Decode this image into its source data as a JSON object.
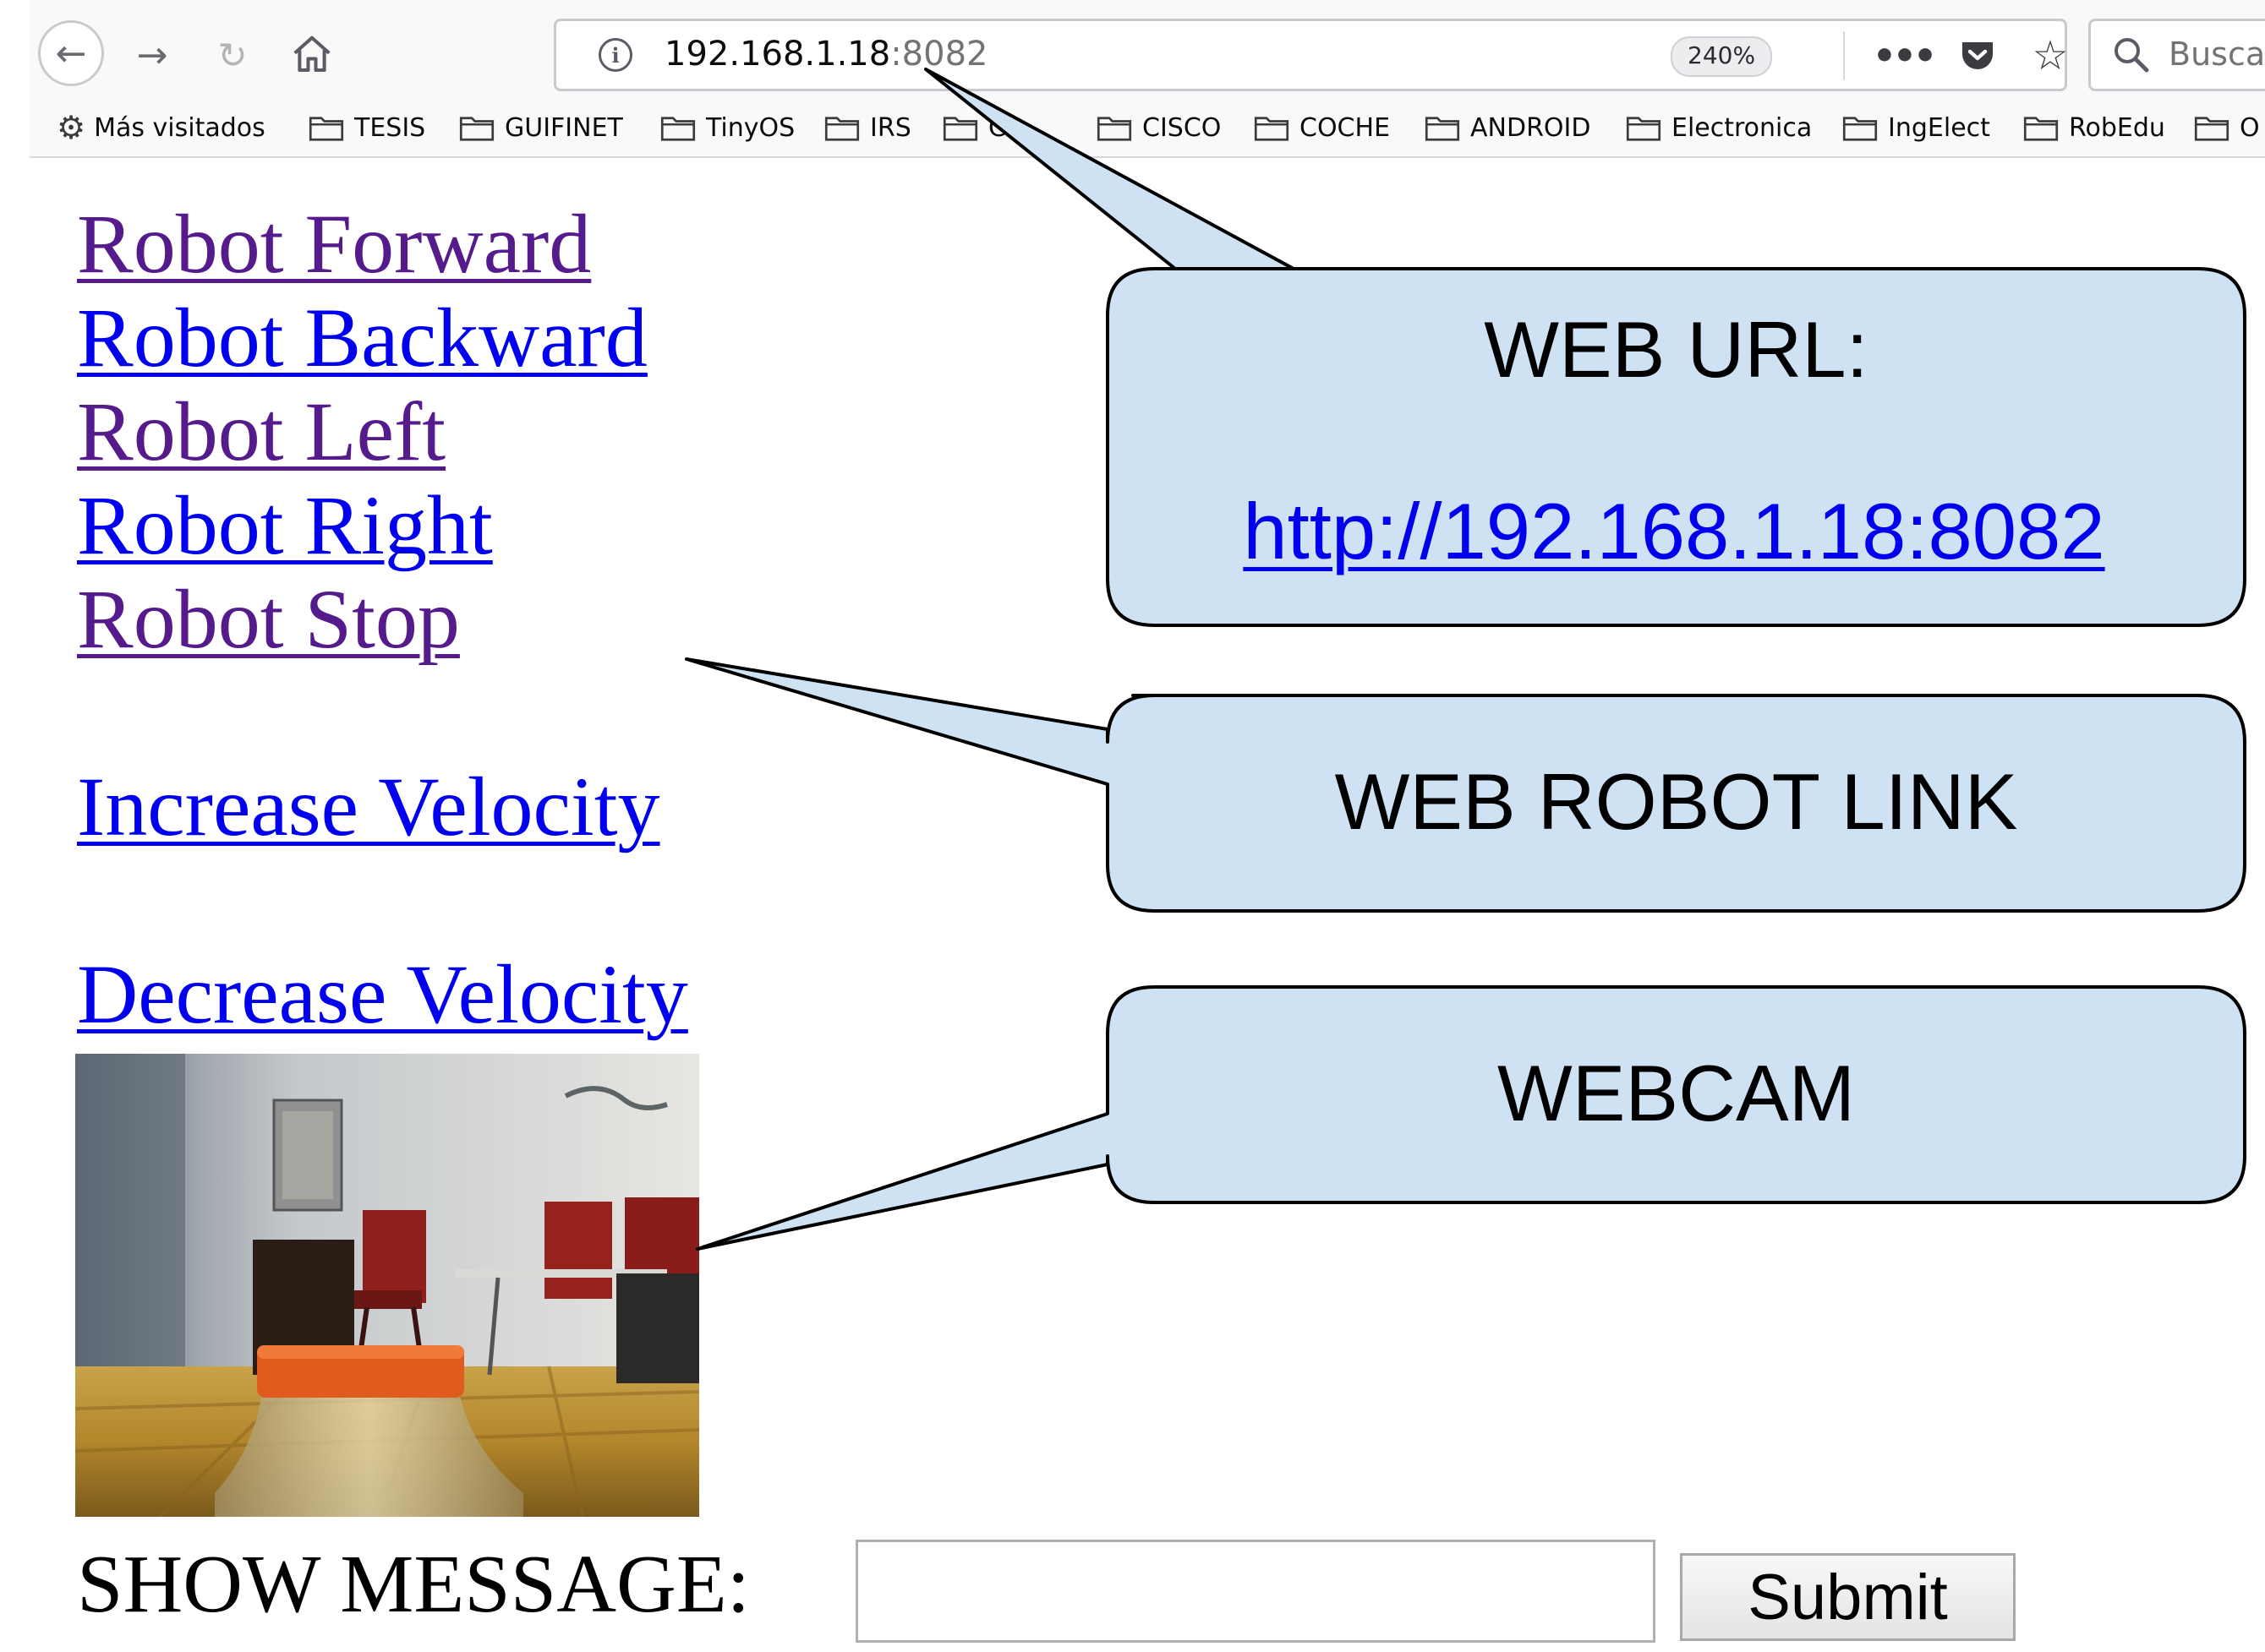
{
  "browser": {
    "url_host": "192.168.1.18",
    "url_port": ":8082",
    "zoom": "240%",
    "search_placeholder": "Buscar",
    "bookmarks": [
      "Más visitados",
      "TESIS",
      "GUIFINET",
      "TinyOS",
      "IRS",
      "CA",
      "CISCO",
      "COCHE",
      "ANDROID",
      "Electronica",
      "IngElect",
      "RobEdu",
      "O"
    ]
  },
  "page": {
    "links": {
      "forward": "Robot Forward",
      "backward": "Robot Backward",
      "left": "Robot Left",
      "right": "Robot Right",
      "stop": "Robot Stop",
      "increase": "Increase Velocity",
      "decrease": "Decrease Velocity"
    },
    "form": {
      "label": "SHOW MESSAGE:",
      "input_value": "",
      "submit_label": "Submit"
    }
  },
  "callouts": {
    "url_title": "WEB URL:",
    "url_link": "http://192.168.1.18:8082",
    "robot_link": "WEB ROBOT LINK",
    "webcam": "WEBCAM"
  },
  "colors": {
    "visited_link": "#551a8b",
    "unvisited_link": "#0000ee",
    "callout_fill": "#cfe2f3"
  }
}
